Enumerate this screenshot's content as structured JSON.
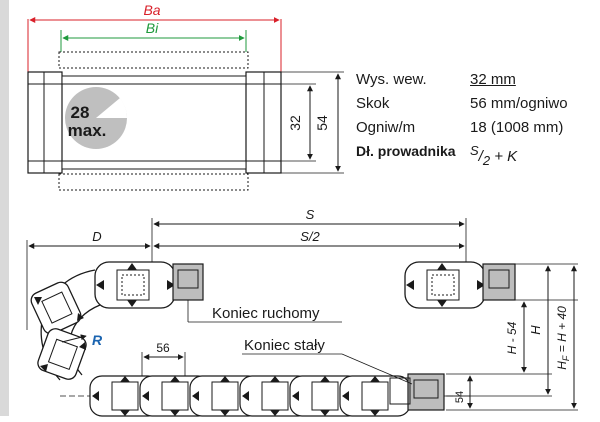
{
  "colors": {
    "red_dim": "#d9202a",
    "green_dim": "#1f9a3c",
    "blue_label": "#1b64b0",
    "grey_bar": "#d9d9d9",
    "end_fill": "#bdbdbd"
  },
  "top_view": {
    "ba_label": "Ba",
    "bi_label": "Bi",
    "badge_number": "28",
    "badge_text": "max.",
    "height_inner": "32",
    "height_outer": "54"
  },
  "specs": [
    {
      "label": "Wys. wew.",
      "value": "32 mm"
    },
    {
      "label": "Skok",
      "value": "56 mm/ogniwo"
    },
    {
      "label": "Ogniw/m",
      "value": "18 (1008 mm)"
    },
    {
      "label": "Dł. prowadnika",
      "value_num": "S",
      "value_den": "2",
      "value_rest": "+ K"
    }
  ],
  "side_view": {
    "s_label": "S",
    "s2_label": "S/2",
    "d_label": "D",
    "r_label": "R",
    "pitch_label": "56",
    "moving_end_label": "Koniec ruchomy",
    "fixed_end_label": "Koniec stały",
    "h_minus_label": "H - 54",
    "h_label": "H",
    "hf_label": "H",
    "hf_sub": "F",
    "hf_rest": " = H + 40",
    "chain_height_label": "54"
  }
}
